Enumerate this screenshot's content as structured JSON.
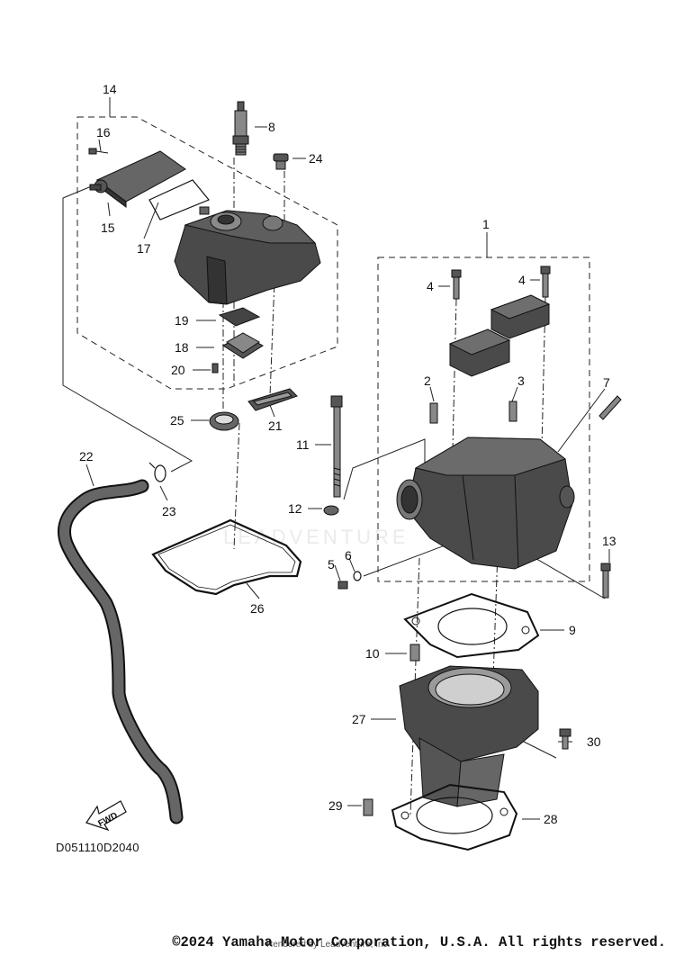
{
  "diagram": {
    "drawing_code": "D051110D2040",
    "fwd_label": "FWD",
    "copyright": "©2024 Yamaha Motor Corporation, U.S.A. All rights reserved.",
    "rendered_by": "Rendered by Leadventure, Inc.",
    "watermark": "LEADVENTURE",
    "callouts": {
      "c1": "1",
      "c2": "2",
      "c3": "3",
      "c4a": "4",
      "c4b": "4",
      "c5": "5",
      "c6": "6",
      "c7": "7",
      "c8": "8",
      "c9": "9",
      "c10": "10",
      "c11": "11",
      "c12": "12",
      "c13": "13",
      "c14": "14",
      "c15": "15",
      "c16": "16",
      "c17": "17",
      "c18": "18",
      "c19": "19",
      "c20": "20",
      "c21": "21",
      "c22": "22",
      "c23": "23",
      "c24": "24",
      "c25": "25",
      "c26": "26",
      "c27": "27",
      "c28": "28",
      "c29": "29",
      "c30": "30"
    }
  }
}
